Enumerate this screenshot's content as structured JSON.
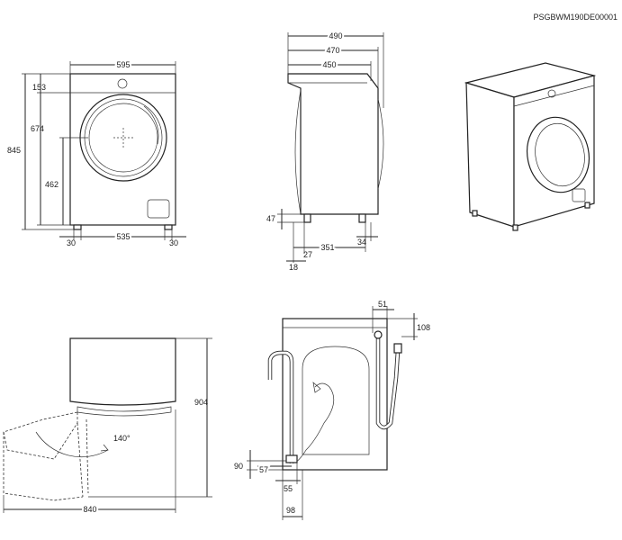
{
  "product_code": "PSGBWM190DE00001",
  "front_view": {
    "width": "595",
    "height_total": "845",
    "height_to_top_marker": "674",
    "top_offset": "153",
    "door_center_height": "462",
    "foot_left": "30",
    "foot_span": "535",
    "foot_right": "30"
  },
  "side_view": {
    "depth_max": "490",
    "depth_mid": "470",
    "depth_body": "450",
    "foot_height": "47",
    "front_foot_offset": "18",
    "front_foot_gap": "27",
    "foot_span": "351",
    "rear_offset": "34"
  },
  "top_view": {
    "door_angle": "140°",
    "total_depth_open": "840",
    "total_height_open": "904"
  },
  "rear_view": {
    "inlet_offset_side": "51",
    "inlet_offset_top": "108",
    "drain_height": "90",
    "drain_offset": "57",
    "drain_bottom_offset": "55",
    "drain_side_offset": "98"
  }
}
